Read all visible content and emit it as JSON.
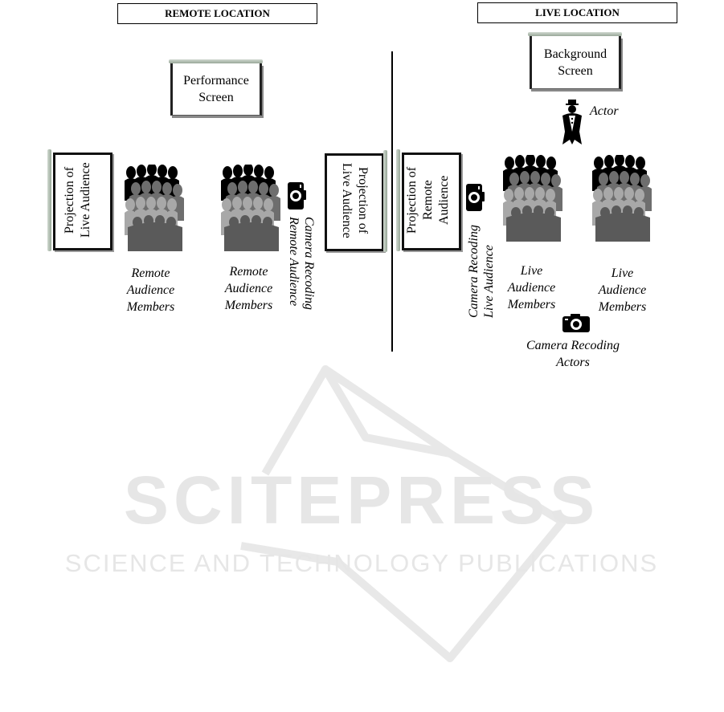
{
  "remote": {
    "header": "REMOTE LOCATION",
    "performance_screen": "Performance\nScreen",
    "projection_live": "Projection of\nLive Audience",
    "projection_live_right": "Projection of\nLive Audience",
    "audience_label_1": "Remote\nAudience\nMembers",
    "audience_label_2": "Remote\nAudience\nMembers",
    "camera_label_line1": "Camera Recoding",
    "camera_label_line2": "Remote Audience"
  },
  "live": {
    "header": "LIVE LOCATION",
    "background_screen": "Background\nScreen",
    "actor_label": "Actor",
    "projection_remote": "Projection of\nRemote\nAudience",
    "camera_live_line1": "Camera Recoding",
    "camera_live_line2": "Live Audience",
    "audience_label_1": "Live\nAudience\nMembers",
    "audience_label_2": "Live\nAudience\nMembers",
    "camera_actors": "Camera Recoding\nActors"
  },
  "watermark": {
    "title": "SCITEPRESS",
    "subtitle": "SCIENCE AND TECHNOLOGY PUBLICATIONS"
  },
  "colors": {
    "front_silhouette": "#000000",
    "mid_silhouette": "#5a5a5a",
    "light_silhouette": "#a6a6a6",
    "watermark": "#e6e6e6"
  }
}
